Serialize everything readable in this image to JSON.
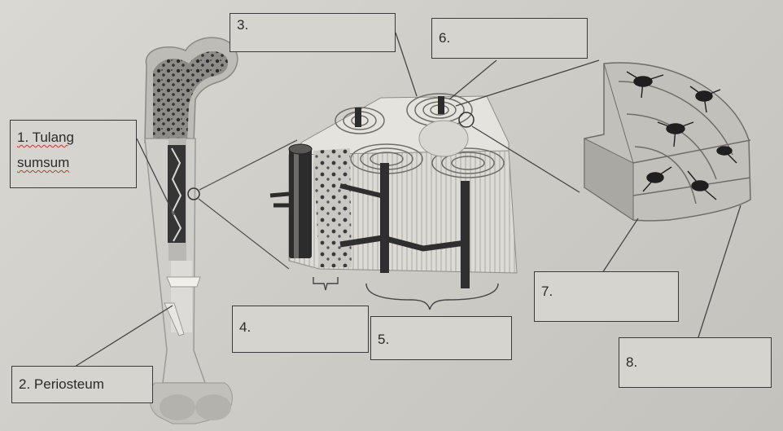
{
  "labels": {
    "l1_line1": "1. Tulang",
    "l1_line2": "sumsum",
    "l2": "2. Periosteum",
    "l3": "3.",
    "l4": "4.",
    "l5": "5.",
    "l6": "6.",
    "l7": "7.",
    "l8": "8."
  }
}
